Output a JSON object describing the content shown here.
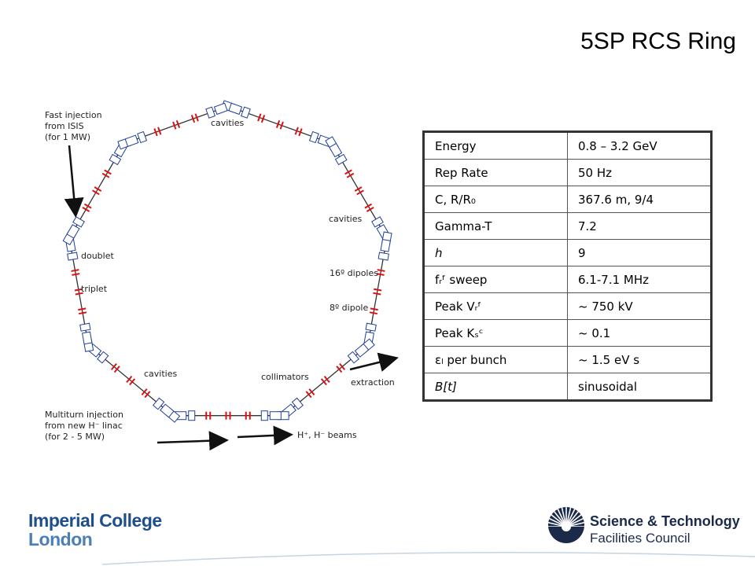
{
  "slide": {
    "title": "5SP RCS Ring"
  },
  "diagram": {
    "labels": {
      "fast_injection": [
        "Fast injection",
        "from ISIS",
        "(for 1 MW)"
      ],
      "cavities_top": "cavities",
      "cavities_right": "cavities",
      "doublet": "doublet",
      "triplet": "triplet",
      "dipoles_16": "16º dipoles",
      "dipole_8": "8º dipole",
      "cavities_bottom": "cavities",
      "collimators": "collimators",
      "extraction": "extraction",
      "multiturn_injection": [
        "Multiturn injection",
        "from new H⁻ linac",
        "(for 2 - 5 MW)"
      ],
      "beams": "H⁺, H⁻ beams"
    },
    "colors": {
      "ring": "#333333",
      "magnet": "#1f3f99",
      "cavity": "#dd1111",
      "arrow": "#111111"
    }
  },
  "params": [
    {
      "label": "Energy",
      "value": "0.8 – 3.2 GeV"
    },
    {
      "label": "Rep Rate",
      "value": "50 Hz"
    },
    {
      "label": "C, R/R₀",
      "value": "367.6 m, 9/4"
    },
    {
      "label": "Gamma-T",
      "value": "7.2"
    },
    {
      "label": "h",
      "value": "9"
    },
    {
      "label": "fᵣᶠ sweep",
      "value": "6.1-7.1 MHz"
    },
    {
      "label": "Peak Vᵣᶠ",
      "value": "~ 750 kV"
    },
    {
      "label": "Peak Kₛᶜ",
      "value": "~ 0.1"
    },
    {
      "label": "εₗ per bunch",
      "value": "~ 1.5 eV s"
    },
    {
      "label": "B[t]",
      "value": "sinusoidal"
    }
  ],
  "footer": {
    "left_logo": [
      "Imperial College",
      "London"
    ],
    "right_logo": [
      "Science & Technology",
      "Facilities Council"
    ]
  }
}
